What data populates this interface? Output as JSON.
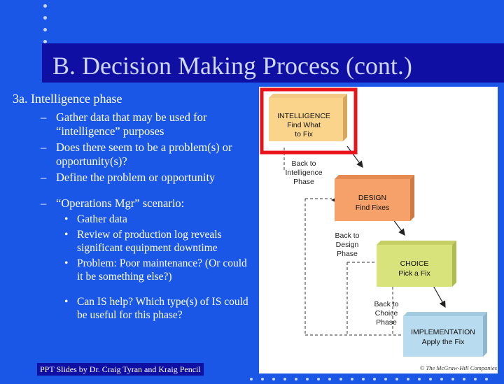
{
  "slide": {
    "title": "B. Decision Making Process (cont.)",
    "footer": "PPT Slides by Dr. Craig Tyran and Kraig Pencil"
  },
  "bullets": {
    "heading": "3a. Intelligence phase",
    "dash1": "Gather data that may be used for “intelligence” purposes",
    "dash2": "Does there seem to be a problem(s) or opportunity(s)?",
    "dash3": "Define the problem or opportunity",
    "dash4": "“Operations Mgr” scenario:",
    "sub1": "Gather data",
    "sub2": "Review of production log reveals significant equipment downtime",
    "sub3": "Problem: Poor maintenance? (Or could it be something else?)",
    "sub4": "Can IS help?  Which type(s) of IS could be useful for this phase?"
  },
  "figure": {
    "phases": [
      {
        "name": "INTELLIGENCE",
        "line2": "Find What",
        "line3": "to Fix",
        "color": "#f9d48a"
      },
      {
        "name": "DESIGN",
        "line2": "Find Fixes",
        "color": "#f6a169"
      },
      {
        "name": "CHOICE",
        "line2": "Pick a Fix",
        "color": "#d9e37b"
      },
      {
        "name": "IMPLEMENTATION",
        "line2": "Apply the Fix",
        "color": "#b9dbef"
      }
    ],
    "back_labels": [
      {
        "l1": "Back to",
        "l2": "Intelligence",
        "l3": "Phase"
      },
      {
        "l1": "Back to",
        "l2": "Design",
        "l3": "Phase"
      },
      {
        "l1": "Back to",
        "l2": "Choice",
        "l3": "Phase"
      }
    ],
    "credit": "© The McGraw-Hill Companies",
    "highlight_color": "#e8141a"
  }
}
